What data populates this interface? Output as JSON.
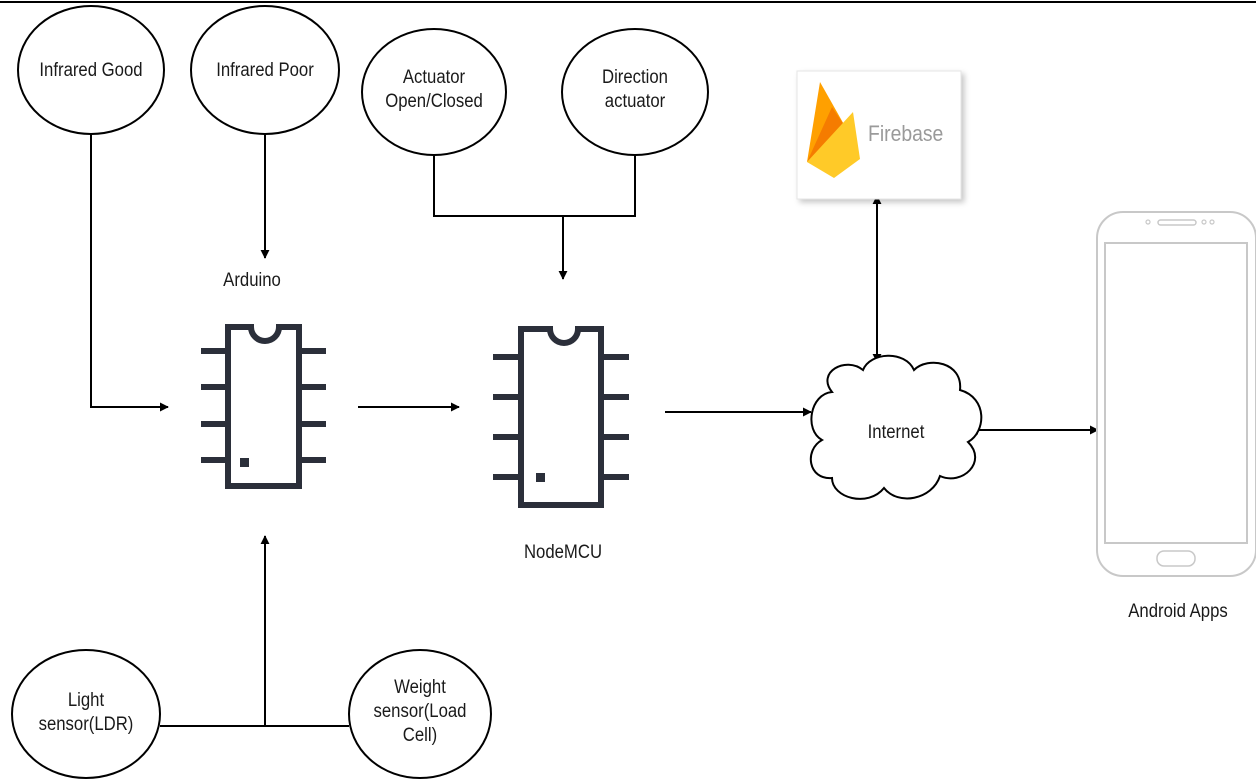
{
  "nodes": {
    "infrared_good": "Infrared Good",
    "infrared_poor": "Infrared Poor",
    "actuator": [
      "Actuator",
      "Open/Closed"
    ],
    "direction": [
      "Direction",
      "actuator"
    ],
    "light_sensor": [
      "Light",
      "sensor(LDR)"
    ],
    "weight_sensor": [
      "Weight",
      "sensor(Load",
      "Cell)"
    ]
  },
  "components": {
    "arduino": "Arduino",
    "nodemcu": "NodeMCU",
    "firebase": "Firebase",
    "internet": "Internet",
    "android": "Android Apps"
  },
  "colors": {
    "stroke": "#000000",
    "chip": "#2b2f3a",
    "firebase_flame_dark": "#f57c00",
    "firebase_flame_mid": "#ffa000",
    "firebase_flame_light": "#ffca28",
    "phone_outline": "#c8c8c8"
  }
}
